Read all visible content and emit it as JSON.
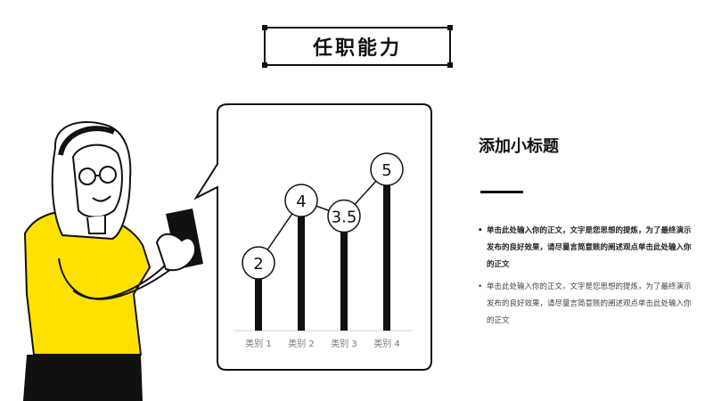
{
  "title": "任职能力",
  "subtitle": "添加小标题",
  "bullets": [
    "单击此处输入你的正文，文字是您思想的提炼，为了最终演示发布的良好效果，请尽量言简意赅的阐述观点单击此处输入你的正文",
    "单击此处输入你的正文，文字是您思想的提炼，为了最终演示发布的良好效果，请尽量言简意赅的阐述观点单击此处输入你的正文"
  ],
  "colors": {
    "accent": "#FFE100",
    "ink": "#111111"
  },
  "chart_data": {
    "type": "bar",
    "categories": [
      "类别 1",
      "类别 2",
      "类别 3",
      "类别 4"
    ],
    "values": [
      2,
      4,
      3.5,
      5
    ],
    "title": "",
    "xlabel": "",
    "ylabel": "",
    "ylim": [
      0,
      5
    ],
    "grid": false
  }
}
